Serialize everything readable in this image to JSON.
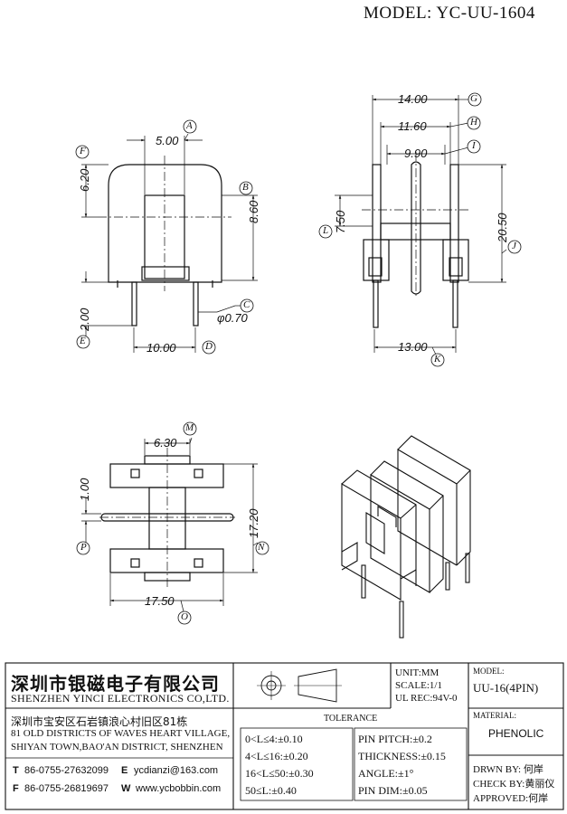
{
  "model": "MODEL: YC-UU-1604",
  "dims": {
    "a": "5.00",
    "b": "8.60",
    "c": "φ0.70",
    "d": "10.00",
    "e": "2.00",
    "f": "6.20",
    "g": "14.00",
    "h": "11.60",
    "i": "9.90",
    "j": "20.50",
    "k": "13.00",
    "l": "7.50",
    "m": "6.30",
    "n": "17.20",
    "o": "17.50",
    "p": "1.00"
  },
  "callouts": {
    "a": "A",
    "b": "B",
    "c": "C",
    "d": "D",
    "e": "E",
    "f": "F",
    "g": "G",
    "h": "H",
    "i": "I",
    "j": "J",
    "k": "K",
    "l": "L",
    "m": "M",
    "n": "N",
    "o": "O",
    "p": "P"
  },
  "title_block": {
    "company_cn": "深圳市银磁电子有限公司",
    "company_en": "SHENZHEN YINCI ELECTRONICS CO,LTD.",
    "address_cn": "深圳市宝安区石岩镇浪心村旧区81栋",
    "address_en1": "81 OLD DISTRICTS OF WAVES HEART VILLAGE,",
    "address_en2": "SHIYAN TOWN,BAO'AN DISTRICT, SHENZHEN",
    "tel_label": "T",
    "tel": "86-0755-27632099",
    "email_label": "E",
    "email": "ycdianzi@163.com",
    "fax_label": "F",
    "fax": "86-0755-26819697",
    "web_label": "W",
    "web": "www.ycbobbin.com",
    "unit": "UNIT:MM",
    "scale": "SCALE:1/1",
    "ul": "UL REC:94V-0",
    "model_label": "MODEL:",
    "model_value": "UU-16(4PIN)",
    "material_label": "MATERIAL:",
    "material_value": "PHENOLIC",
    "tolerance_label": "TOLERANCE",
    "tol1": "0<L≤4:±0.10",
    "tol2": "4<L≤16:±0.20",
    "tol3": "16<L≤50:±0.30",
    "tol4": "50≤L:±0.40",
    "pin_pitch": "PIN PITCH:±0.2",
    "thickness": "THICKNESS:±0.15",
    "angle": "ANGLE:±1°",
    "pin_dim": "PIN DIM:±0.05",
    "drawn": "DRWN BY: 何岸",
    "check": "CHECK BY:黄丽仪",
    "approved": "APPROVED:何岸"
  }
}
